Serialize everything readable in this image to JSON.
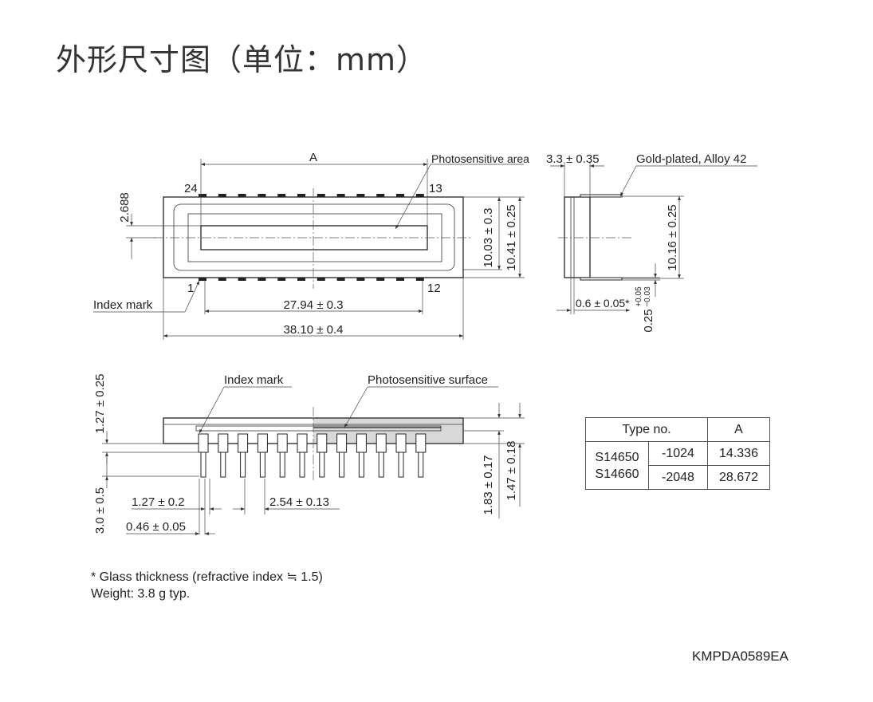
{
  "title": "外形尺寸图（单位：mm）",
  "top_view": {
    "dim_a": "A",
    "photosensitive_area": "Photosensitive area",
    "pin_24": "24",
    "pin_13": "13",
    "pin_1": "1",
    "pin_12": "12",
    "dim_2688": "2.688",
    "dim_1003": "10.03 ± 0.3",
    "dim_1041": "10.41 ± 0.25",
    "index_mark": "Index mark",
    "dim_2794": "27.94 ± 0.3",
    "dim_3810": "38.10 ± 0.4"
  },
  "side_view": {
    "dim_33": "3.3 ± 0.35",
    "gold_plated": "Gold-plated, Alloy 42",
    "dim_1016": "10.16 ± 0.25",
    "dim_06": "0.6 ± 0.05*",
    "dim_025": "0.25",
    "tol_plus": "+0.05",
    "tol_minus": "−0.03"
  },
  "front_view": {
    "dim_127_025": "1.27 ± 0.25",
    "index_mark": "Index mark",
    "photosensitive_surface": "Photosensitive surface",
    "dim_30": "3.0 ± 0.5",
    "dim_127_02": "1.27 ± 0.2",
    "dim_254": "2.54 ± 0.13",
    "dim_046": "0.46 ± 0.05",
    "dim_183": "1.83 ± 0.17",
    "dim_147": "1.47 ± 0.18"
  },
  "type_table": {
    "header_type": "Type no.",
    "header_a": "A",
    "models": [
      "S14650",
      "S14660"
    ],
    "rows": [
      {
        "suffix": "-1024",
        "a": "14.336"
      },
      {
        "suffix": "-2048",
        "a": "28.672"
      }
    ]
  },
  "notes": {
    "glass": "* Glass thickness (refractive index ≒ 1.5)",
    "weight": "Weight: 3.8 g typ."
  },
  "drawing_code": "KMPDA0589EA"
}
